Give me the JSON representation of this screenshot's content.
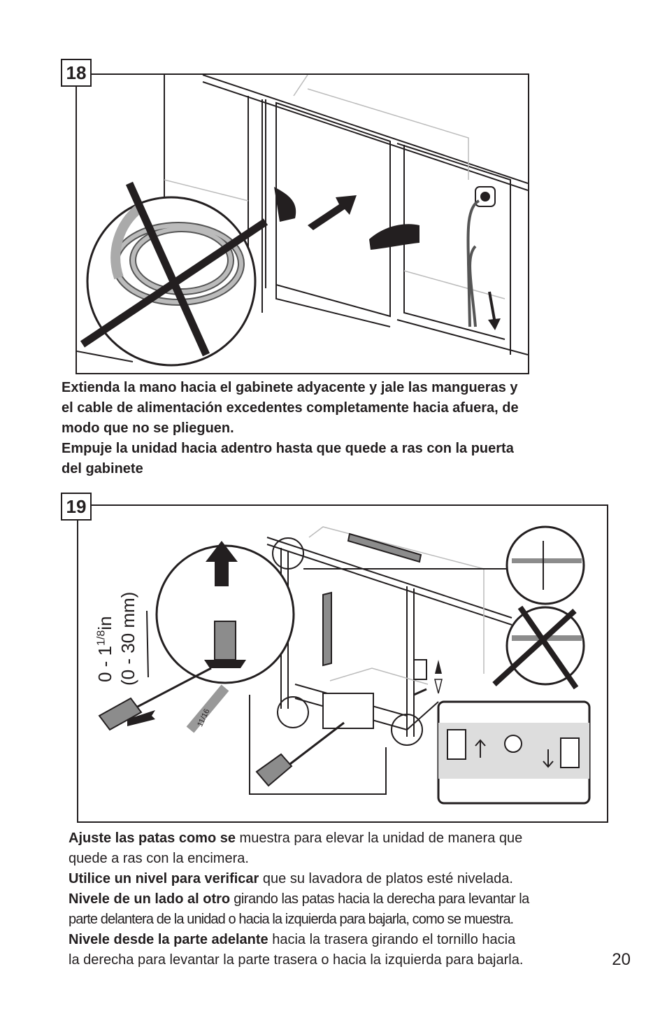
{
  "figure18": {
    "step_number": "18"
  },
  "caption18": {
    "line1": "Extienda la mano hacia el gabinete adyacente y jale las mangueras y",
    "line2": "el cable de alimentación excedentes completamente hacia afuera, de",
    "line3": "modo que no se plieguen.",
    "line4": "Empuje la unidad hacia adentro hasta que quede a ras con la puerta",
    "line5": "del gabinete"
  },
  "figure19": {
    "step_number": "19",
    "measure_in": "0 - 1",
    "measure_in_frac": "1/8",
    "measure_in_unit": "in",
    "measure_mm": "(0 - 30 mm)",
    "wrench_label": "11/16"
  },
  "caption19": {
    "p1_bold": "Ajuste las patas como se",
    "p1_rest": " muestra para elevar la unidad de manera que",
    "p1_line2": "quede a ras con la encimera.",
    "p2_bold": "Utilice un nivel para verificar",
    "p2_rest": " que su lavadora de platos esté nivelada.",
    "p3_bold": "Nivele de un lado al otro",
    "p3_rest": " girando las patas hacia la derecha para levantar la",
    "p3_line2": "parte delantera de la unidad o hacia la izquierda para bajarla, como se muestra.",
    "p4_bold": "Nivele desde la parte adelante",
    "p4_rest": " hacia la trasera girando el tornillo hacia",
    "p4_line2": "la derecha para levantar la parte trasera o hacia la izquierda para bajarla."
  },
  "page_number": "20"
}
